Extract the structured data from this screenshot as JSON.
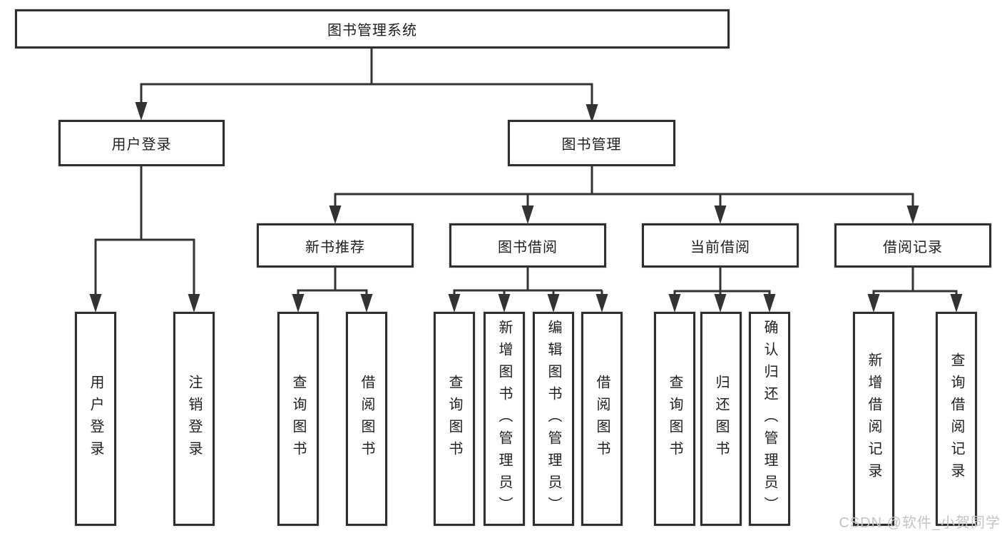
{
  "nodes": {
    "root": "图书管理系统",
    "user_login": "用户登录",
    "book_mgmt": "图书管理",
    "new_book": "新书推荐",
    "book_borrow": "图书借阅",
    "current_borrow": "当前借阅",
    "borrow_record": "借阅记录"
  },
  "leaves": {
    "login": [
      "用户登录",
      "注销登录"
    ],
    "new_book": [
      "查询图书",
      "借阅图书"
    ],
    "book_borrow": [
      "查询图书",
      "新增图书（管理员）",
      "编辑图书（管理员）",
      "借阅图书"
    ],
    "current_borrow": [
      "查询图书",
      "归还图书",
      "确认归还（管理员）"
    ],
    "borrow_record": [
      "新增借阅记录",
      "查询借阅记录"
    ]
  },
  "watermark": "CSDN @软件_小贺同学",
  "colors": {
    "line": "#333333",
    "border": "#2f2f2f",
    "text": "#1f1f1f",
    "watermark": "#c4c4c4",
    "background": "#ffffff"
  }
}
